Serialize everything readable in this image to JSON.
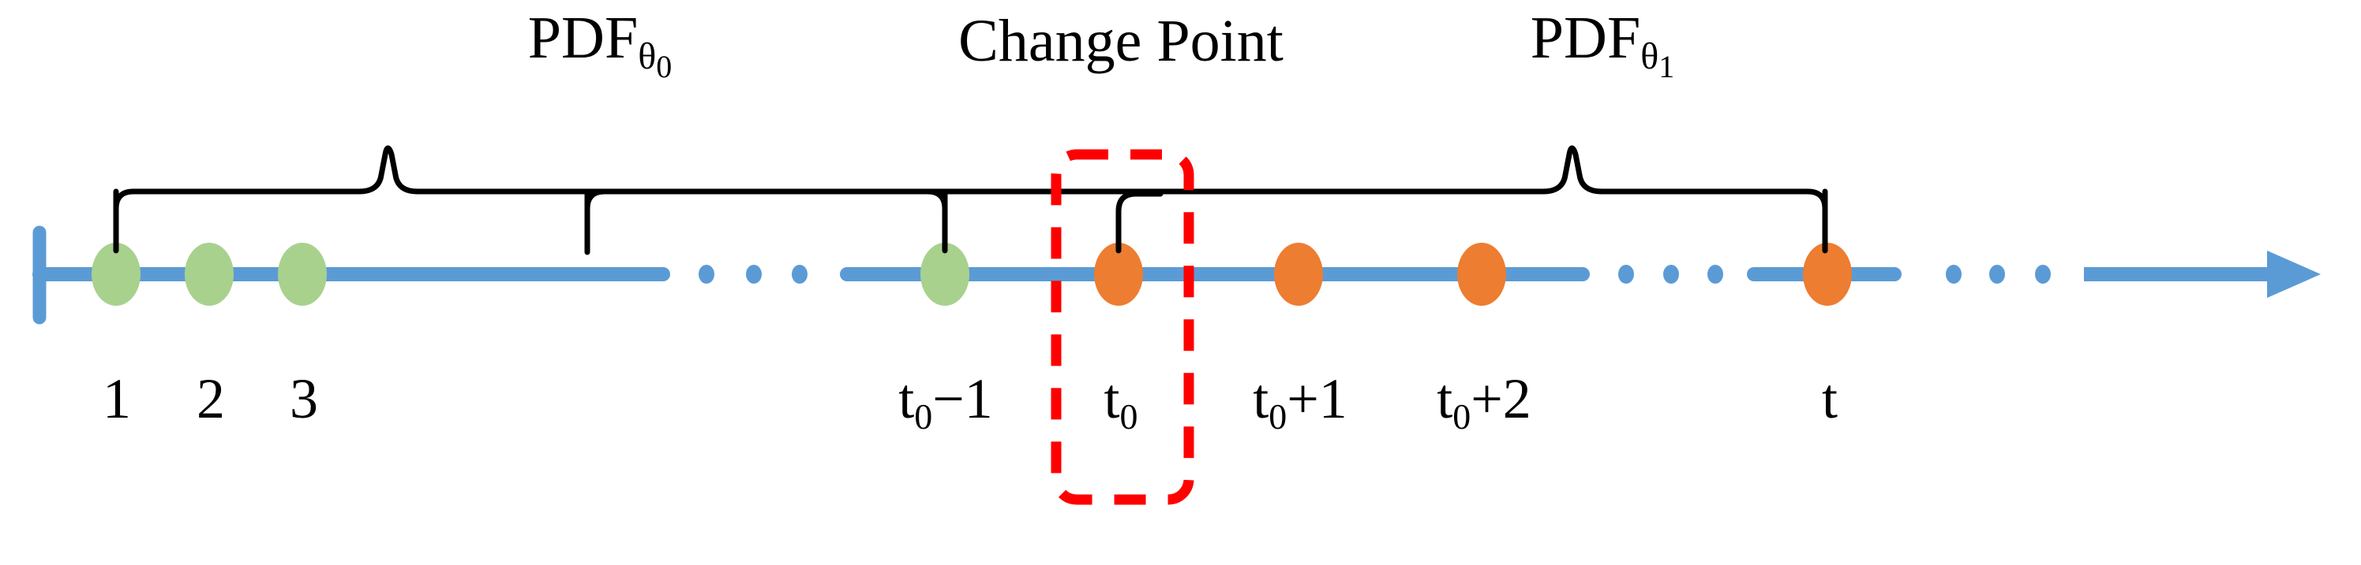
{
  "figure": {
    "type": "timeline-diagram",
    "title_text": "Change Point",
    "background_color": "#FFFFFF"
  },
  "colors": {
    "axis_blue": "#5B9BD5",
    "pre_change_marker_green": "#A9D18E",
    "post_change_marker_orange": "#ED7D31",
    "brace_black": "#000000",
    "highlight_red": "#FF0000"
  },
  "top_labels": [
    {
      "name": "pdf-theta0",
      "text": "PDF",
      "subscript": "θ",
      "subscript_index": "0"
    },
    {
      "name": "change-point",
      "text": "Change Point"
    },
    {
      "name": "pdf-theta1",
      "text": "PDF",
      "subscript": "θ",
      "subscript_index": "1"
    }
  ],
  "axis": {
    "name": "time-axis",
    "direction": "right",
    "has_start_tick": true,
    "has_arrowhead": true,
    "ellipsis_groups": 3
  },
  "samples": [
    {
      "label": "1",
      "sub": "",
      "group": "pre",
      "color": "#A9D18E"
    },
    {
      "label": "2",
      "sub": "",
      "group": "pre",
      "color": "#A9D18E"
    },
    {
      "label": "3",
      "sub": "",
      "group": "pre",
      "color": "#A9D18E"
    },
    {
      "label": "t",
      "sub": "0",
      "suffix": "−1",
      "group": "pre",
      "color": "#A9D18E"
    },
    {
      "label": "t",
      "sub": "0",
      "suffix": "",
      "group": "post",
      "color": "#ED7D31"
    },
    {
      "label": "t",
      "sub": "0",
      "suffix": "+1",
      "group": "post",
      "color": "#ED7D31"
    },
    {
      "label": "t",
      "sub": "0",
      "suffix": "+2",
      "group": "post",
      "color": "#ED7D31"
    },
    {
      "label": "t",
      "sub": "",
      "suffix": "",
      "group": "post",
      "color": "#ED7D31"
    }
  ],
  "tick_labels": {
    "t1": "1",
    "t2": "2",
    "t3": "3",
    "t0_minus_1_base": "t",
    "t0_minus_1_sub": "0",
    "t0_minus_1_suffix": "−1",
    "t0_base": "t",
    "t0_sub": "0",
    "t0_plus_1_base": "t",
    "t0_plus_1_sub": "0",
    "t0_plus_1_suffix": "+1",
    "t0_plus_2_base": "t",
    "t0_plus_2_sub": "0",
    "t0_plus_2_suffix": "+2",
    "t_last": "t"
  },
  "braces": [
    {
      "name": "brace-pdf-theta0",
      "spans_from": "1",
      "spans_to": "t₀−1"
    },
    {
      "name": "brace-pdf-theta1",
      "spans_from": "t₀",
      "spans_to": "t"
    }
  ],
  "highlight_box": {
    "name": "change-point-highlight",
    "style": "dashed",
    "color": "#FF0000",
    "encloses": "t₀"
  }
}
